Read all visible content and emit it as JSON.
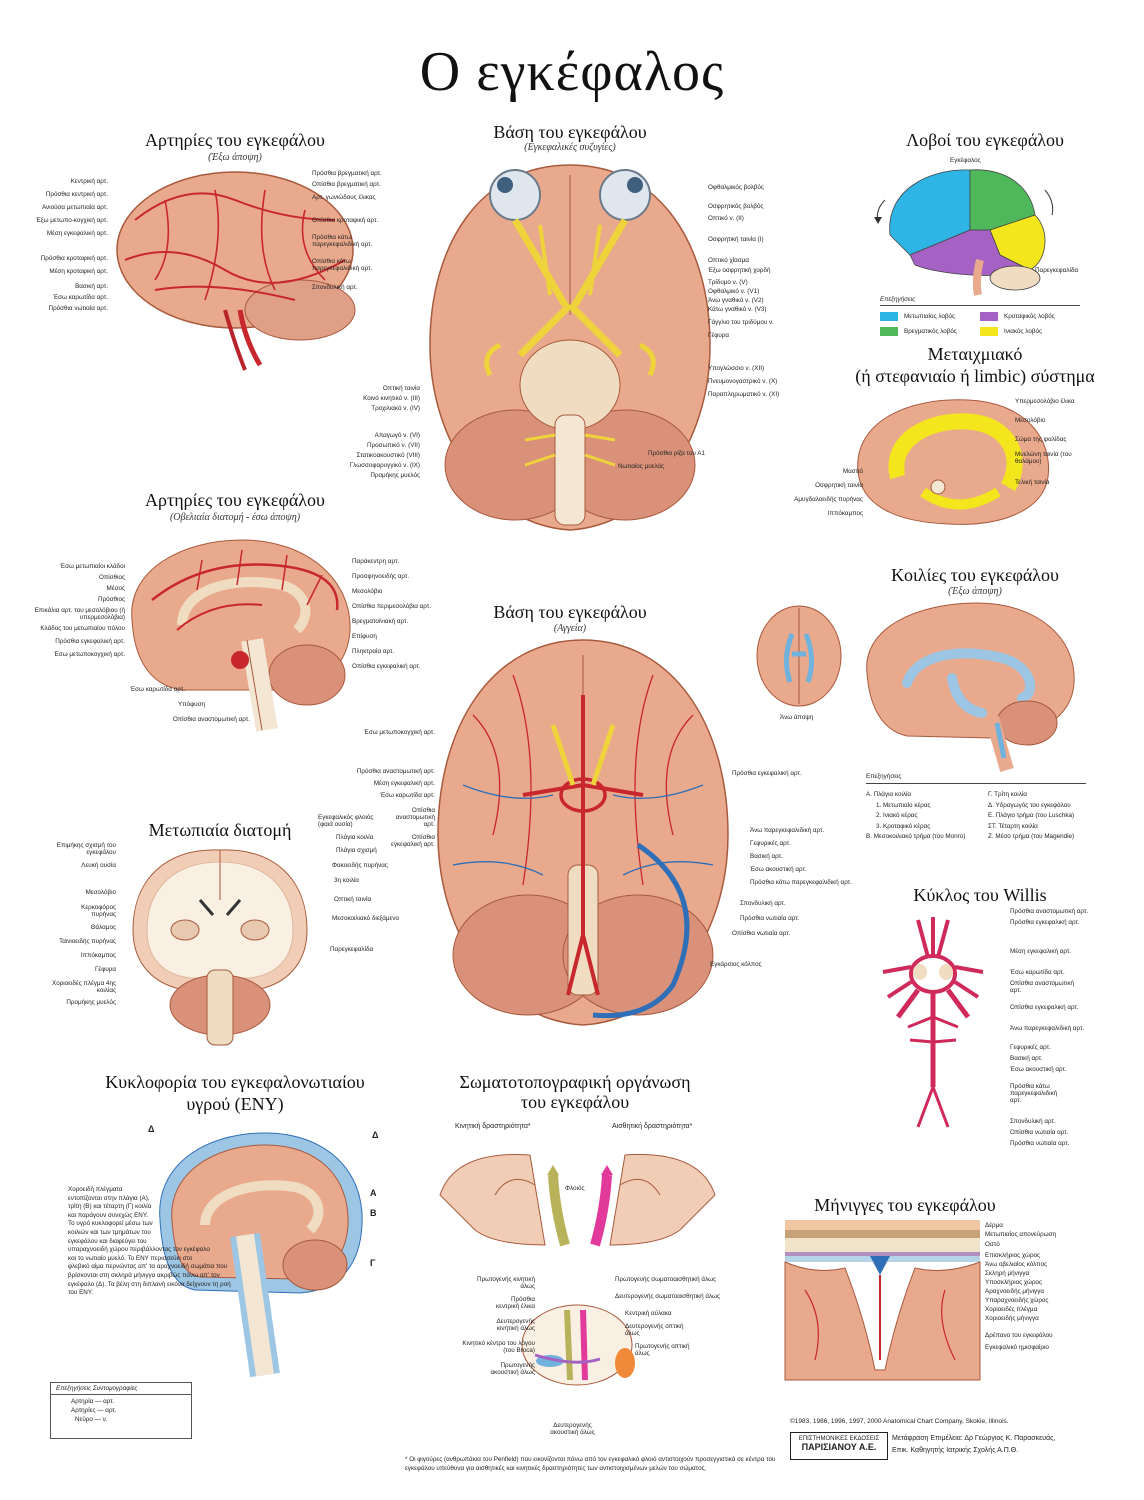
{
  "title": "Ο εγκέφαλος",
  "panels": {
    "arteries_outer": {
      "title": "Αρτηρίες του εγκεφάλου",
      "subtitle": "(Έξω άποψη)",
      "labels_left": [
        "Κεντρική αρτ.",
        "Πρόσθια κεντρική αρτ.",
        "Ανιούσα μετωπιαία αρτ.",
        "Έξω μετωπο-κογχική αρτ.",
        "Μέση εγκεφαλική αρτ.",
        "Πρόσθια κροταφική αρτ.",
        "Μέση κροταφική αρτ.",
        "Βασική αρτ.",
        "Έσω καρωτίδα αρτ.",
        "Πρόσθια νωτιαία αρτ."
      ],
      "labels_right": [
        "Πρόσθια βρεγματική αρτ.",
        "Οπίσθια βρεγματική αρτ.",
        "Αρτ. γωνιώδους έλικας",
        "Οπίσθια κροταφική αρτ.",
        "Πρόσθια κάτω παρεγκεφαλιδική αρτ.",
        "Οπίσθια κάτω παρεγκεφαλιδική αρτ.",
        "Σπονδυλική αρτ."
      ]
    },
    "base_nerves": {
      "title": "Βάση του εγκεφάλου",
      "subtitle": "(Εγκεφαλικές συζυγίες)",
      "labels_left": [
        "Οπτική ταινία",
        "Κοινό κινητικό ν. (III)",
        "Τροχιλιακό ν. (IV)",
        "Απαγωγό ν. (VI)",
        "Προσωπικό ν. (VII)",
        "Στατικοακουστικό (VIII)",
        "Γλωσσοφαρυγγικό ν. (IX)",
        "Προμήκης μυελός"
      ],
      "labels_right": [
        "Οφθαλμικός βολβός",
        "Οσφρητικός βολβός",
        "Οπτικό ν. (II)",
        "Οσφρητική ταινία (I)",
        "Οπτικό χίασμα",
        "Έξω οσφρητική χορδή",
        "Τρίδυμο ν. (V)",
        "Οφθαλμικό ν. (V1)",
        "Άνω γναθικό ν. (V2)",
        "Κάτω γναθικό ν. (V3)",
        "Γάγγλιο του τριδύμου ν.",
        "Γέφυρα",
        "Υπογλώσσιο ν. (XII)",
        "Πνευμονογαστρικό ν. (X)",
        "Παραπληρωματικό ν. (XI)",
        "Πρόσθια ρίζα του Α1",
        "Νωτιαίος μυελός"
      ]
    },
    "lobes": {
      "title": "Λοβοί του εγκεφάλου",
      "labels": [
        "Εγκέφαλος",
        "Παρεγκεφαλίδα"
      ],
      "legend_title": "Επεξηγήσεις",
      "legend": [
        {
          "label": "Μετωπιαίος λοβός",
          "color": "#2fb4e6"
        },
        {
          "label": "Κροταφικός λοβός",
          "color": "#a661c4"
        },
        {
          "label": "Βρεγματικός λοβός",
          "color": "#4fb85a"
        },
        {
          "label": "Ινιακός λοβός",
          "color": "#f3e61d"
        }
      ]
    },
    "limbic": {
      "title": "Μεταιχμιακό",
      "title2": "(ή στεφανιαίο ή limbic) σύστημα",
      "labels_right": [
        "Υπερμεσολόβιο έλικα",
        "Μεσολόβιο",
        "Σώμα της ψαλίδας",
        "Μυελώνη ταινία (του θαλάμου)",
        "Τελική ταινία"
      ],
      "labels_left": [
        "Μαστιό",
        "Οσφρητική ταινία",
        "Αμυγδαλοειδής πυρήνας",
        "Ιππόκαμπος"
      ]
    },
    "arteries_sagittal": {
      "title": "Αρτηρίες του εγκεφάλου",
      "subtitle": "(Οβελιαία διατομή - έσω άποψη)",
      "labels_left": [
        "Έσω μετωπιαίοι κλάδοι",
        "Οπίσθιος",
        "Μέσος",
        "Πρόσθιος",
        "Επικάλια αρτ. του μεσολόβιου (ή υπερμεσολόβια)",
        "Κλάδος του μετωπιαίου πόλου",
        "Πρόσθια εγκεφαλική αρτ.",
        "Έσω μετωποκογχική αρτ.",
        "Έσω καρωτίδα αρτ.",
        "Υπόφυση",
        "Οπίσθια αναστομωτική αρτ."
      ],
      "labels_right": [
        "Παράκεντρη αρτ.",
        "Προσφηνοειδής αρτ.",
        "Μεσολόβιο",
        "Οπίσθια περιμεσολόβια αρτ.",
        "Βρεγματοϊνιακή αρτ.",
        "Επίφυση",
        "Πληκτραία αρτ.",
        "Οπίσθια εγκεφαλική αρτ."
      ]
    },
    "base_vessels": {
      "title": "Βάση του εγκεφάλου",
      "subtitle": "(Αγγεία)",
      "labels_left": [
        "Έσω μετωποκογχική αρτ.",
        "Πρόσθια αναστομωτική αρτ.",
        "Μέση εγκεφαλική αρτ.",
        "Έσω καρωτίδα αρτ.",
        "Οπίσθια αναστομωτική αρτ.",
        "Οπίσθια εγκεφαλική αρτ."
      ],
      "labels_right": [
        "Πρόσθια εγκεφαλική αρτ.",
        "Άνω παρεγκεφαλιδική αρτ.",
        "Γεφυρικές αρτ.",
        "Βασική αρτ.",
        "Έσω ακουστική αρτ.",
        "Πρόσθια κάτω παρεγκεφαλιδική αρτ.",
        "Σπονδυλική αρτ.",
        "Πρόσθια νωτιαία αρτ.",
        "Οπίσθια νωτιαία αρτ.",
        "Εγκάρσιος κόλπος"
      ]
    },
    "ventricles": {
      "title": "Κοιλίες του εγκεφάλου",
      "subtitle": "(Έξω άποψη)",
      "top_view_label": "Άνω άποψη",
      "legend_title": "Επεξηγήσεις",
      "legend_left": [
        "Α. Πλάγια κοιλία",
        "1. Μετωπιαίο κέρας",
        "2. Ινιακό κέρας",
        "3. Κροταφικό κέρας",
        "Β. Μεσοκοιλιακό τρήμα (του Monro)"
      ],
      "legend_right": [
        "Γ. Τρίτη κοιλία",
        "Δ. Υδραγωγός του εγκεφάλου",
        "Ε. Πλάγιο τρήμα (του Luschka)",
        "ΣΤ. Τέταρτη κοιλία",
        "Ζ. Μέσο τρήμα (του Magendie)"
      ]
    },
    "frontal_section": {
      "title": "Μετωπιαία διατομή",
      "labels_left": [
        "Επιμήκης σχισμή του εγκεφάλου",
        "Λευκή ουσία",
        "Μεσολόβιο",
        "Κερκοφόρος πυρήνας",
        "Θάλαμος",
        "Ταινιοειδής πυρήνας",
        "Ιππόκαμπος",
        "Γέφυρα",
        "Χοριοειδές πλέγμα 4ης κοιλίας",
        "Προμήκης μυελός"
      ],
      "labels_right": [
        "Εγκεφαλικός φλοιός (φαιά ουσία)",
        "Πλάγια κοιλία",
        "Πλάγια σχισμή",
        "Φακοειδής πυρήνας",
        "3η κοιλία",
        "Οπτική ταινία",
        "Μεσοκοιλιακό διεξάμενο",
        "Παρεγκεφαλίδα"
      ]
    },
    "willis": {
      "title": "Κύκλος του Willis",
      "labels": [
        "Πρόσθια αναστομωτική αρτ.",
        "Πρόσθια εγκεφαλική αρτ.",
        "Μέση εγκεφαλική αρτ.",
        "Έσω καρωτίδα αρτ.",
        "Οπίσθια αναστομωτική αρτ.",
        "Οπίσθια εγκεφαλική αρτ.",
        "Άνω παρεγκεφαλιδική αρτ.",
        "Γεφυρικές αρτ.",
        "Βασική αρτ.",
        "Έσω ακουστική αρτ.",
        "Πρόσθια κάτω παρεγκεφαλιδική αρτ.",
        "Σπονδυλική αρτ.",
        "Οπίσθια νωτιαία αρτ.",
        "Πρόσθια νωτιαία αρτ."
      ]
    },
    "csf": {
      "title": "Κυκλοφορία του εγκεφαλονωτιαίου",
      "title2": "υγρού (ΕΝΥ)",
      "letters": [
        "Δ",
        "Δ",
        "Α",
        "Β",
        "Γ"
      ],
      "text": [
        "Χοροειδή πλέγματα",
        "εντοπίζονται στην πλάγια (Α),",
        "τρίτη (Β) και τέταρτη (Γ) κοιλία",
        "και παράγουν συνεχώς ΕΝΥ.",
        "Το υγρό κυκλοφορεί μέσω των",
        "κοιλιών και των τμημάτων του",
        "εγκεφάλου και διαφεύγει του",
        "υπαραχνοειδή χώρου περιβάλλοντας τον εγκέφαλο",
        "και το νωτιαίο μυελό. Το ΕΝΥ περισσεύει στο",
        "φλεβικό αίμα περνώντας απ' τα αραχνοειδή σωμάτια που",
        "βρίσκονται στη σκληρά μήνιγγα ακριβώς πάνω απ' τον",
        "εγκέφαλο (Δ). Τα βέλη στη διπλανή εικόνα δείχνουν τη ροή",
        "του ΕΝΥ."
      ],
      "abbr_title": "Επεξηγήσεις Συντομογραφίες",
      "abbr": [
        "Αρτηρία — αρτ.",
        "Αρτηρίες — αρτ.",
        "Νεύρο — ν."
      ]
    },
    "somato": {
      "title": "Σωματοτοπογραφική οργάνωση",
      "title2": "του εγκεφάλου",
      "motor": "Κινητική δραστηριότητα*",
      "sensory": "Αισθητική δραστηριότητα*",
      "center": "Φλοιός",
      "labels_left": [
        "Πρωτογενής κινητική άλως",
        "Πρόσθια κεντρική έλικα",
        "Δευτερογενής κινητική άλως",
        "Κινητικό κέντρο του λόγου (του Broca)",
        "Πρωτογενής ακουστική άλως",
        "Δευτερογενής ακουστική άλως"
      ],
      "labels_right": [
        "Πρωτογενής σωματοαισθητική άλως",
        "Δευτερογενής σωματοαισθητική άλως",
        "Κεντρική αύλακα",
        "Δευτερογενής οπτική άλως",
        "Πρωτογενής οπτική άλως"
      ],
      "footnote": "* Οι φιγούρες (ανθρωπάκια του Penfield) που εικονίζονται πάνω από τον εγκεφαλικό φλοιό αντιστοιχούν προσεγγιστικά σε κέντρα του εγκεφάλου υπεύθυνα για αισθητικές και κινητικές δραστηριότητες των αντιστοιχισμένων μελών του σώματος."
    },
    "meninges": {
      "title": "Μήνιγγες του εγκεφάλου",
      "labels": [
        "Δέρμα",
        "Μετωπιαίος απονεύρωση",
        "Οστό",
        "Επισκλήριος χώρος",
        "Άνω οβελιαίος κόλπος",
        "Σκληρή μήνιγγα",
        "Υποσκλήριος χώρος",
        "Αραχνοειδής μήνιγγα",
        "Υπαραχνοειδής χώρος",
        "Χοριοειδές πλέγμα",
        "Χοριοειδής μήνιγγα",
        "Δρέπανο του εγκεφάλου",
        "Εγκεφαλικό ημισφαίριο"
      ]
    }
  },
  "credits": {
    "copyright": "©1983, 1986, 1996, 1997, 2000 Anatomical Chart Company, Skokie, Illinois.",
    "publisher1": "ΕΠΙΣΤΗΜΟΝΙΚΕΣ ΕΚΔΟΣΕΙΣ",
    "publisher2": "ΠΑΡΙΣΙΑΝΟΥ Α.Ε.",
    "translation": "Μετάφραση Επιμέλεια: Δρ Γεώργιος Κ. Παρασκευάς,",
    "translation2": "Επικ. Καθηγητής Ιατρικής Σχολής Α.Π.Θ."
  },
  "colors": {
    "brain": "#e9a98c",
    "brain_dark": "#c77a5e",
    "artery": "#c8272e",
    "vein": "#2f6fb8",
    "nerve": "#efd33a",
    "csf": "#9cc6e4",
    "frontal": "#2fb4e6",
    "parietal": "#4fb85a",
    "temporal": "#a661c4",
    "occipital": "#f3e61d",
    "cortex": "#f2cdb6",
    "white": "#f9efe3"
  }
}
